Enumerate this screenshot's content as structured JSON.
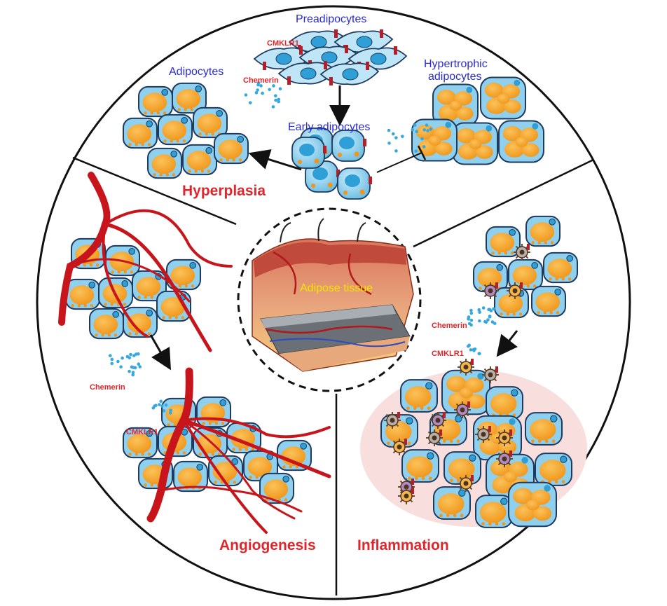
{
  "labels": {
    "preadipocytes": "Preadipocytes",
    "adipocytes": "Adipocytes",
    "hypertrophic": [
      "Hypertrophic",
      "adipocytes"
    ],
    "early_adipocytes": "Early adipocytes",
    "chemerin": "Chemerin",
    "cmklr1": "CMKLR1",
    "hyperplasia": "Hyperplasia",
    "angiogenesis": "Angiogenesis",
    "inflammation": "Inflammation",
    "adipose_tissue": "Adipose tissue"
  },
  "colors": {
    "cell_blue": "#8fd0ee",
    "fat_orange": "#f5a623",
    "vessel_red": "#e0262b",
    "label_blue": "#2a2ad6",
    "label_red": "#e0262b",
    "inflamed_zone": "#f9dede"
  }
}
